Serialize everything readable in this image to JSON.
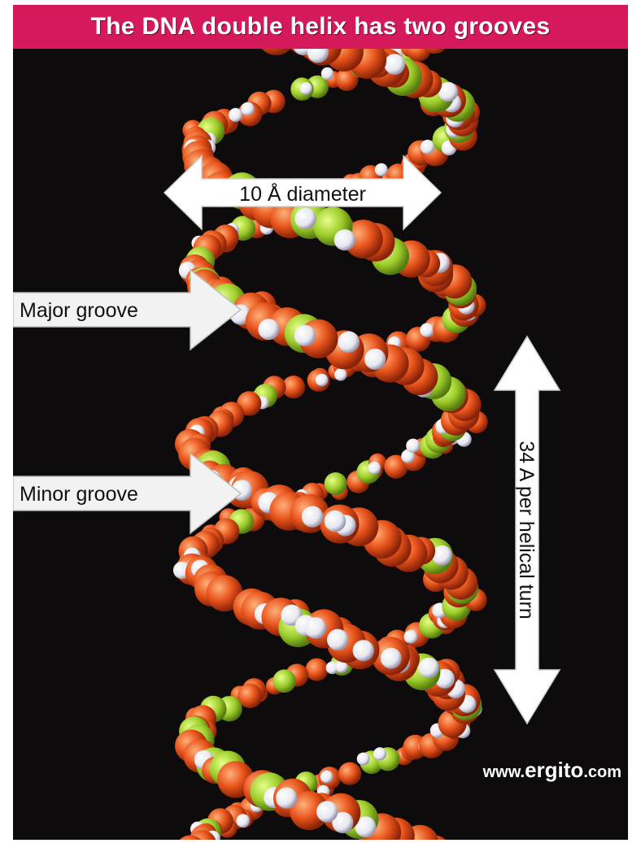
{
  "title": "The DNA double helix has two grooves",
  "labels": {
    "diameter": "10 Å diameter",
    "major_groove": "Major groove",
    "minor_groove": "Minor groove",
    "helical_turn": "34 A per helical turn"
  },
  "watermark": {
    "prefix": "www.",
    "brand": "ergito",
    "suffix": ".com"
  },
  "colors": {
    "title_bar": "#d6195a",
    "background": "#0d0b0c",
    "oxygen": "#e8541c",
    "hydrogen": "#f4f4f4",
    "nitrogen": "#3a2c9a",
    "carbon_base": "#3f8fd0",
    "phosphorus": "#9ccc2a"
  }
}
